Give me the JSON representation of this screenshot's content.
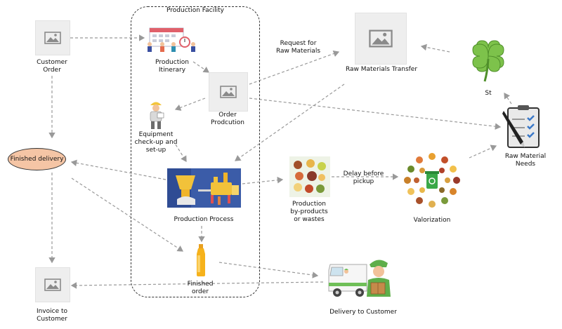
{
  "diagram": {
    "container_title": "Production Facility",
    "nodes": {
      "customer_order": "Customer\nOrder",
      "finished_delivery": "Finished delivery",
      "invoice": "Invoice to\nCustomer",
      "production_itinerary": "Production\nItinerary",
      "order_production": "Order\nProdcution",
      "equipment_setup": "Equipment\ncheck-up and\nset-up",
      "production_process": "Production Process",
      "finished_order": "Finished\norder",
      "raw_materials_transfer": "Raw Materials Transfer",
      "clover": "St",
      "raw_material_needs": "Raw Material\nNeeds",
      "byproducts": "Production\nby-products\nor wastes",
      "valorization": "Valorization",
      "delivery_to_customer": "Delivery to Customer"
    },
    "edge_labels": {
      "request": "Request for\nRaw Materials",
      "delay": "Delay before\npickup"
    },
    "colors": {
      "ellipse_fill": "#f5c5a5",
      "placeholder": "#eeeeee",
      "connector": "#999999"
    },
    "icons": [
      "image-placeholder-icon",
      "calendar-team-icon",
      "worker-icon",
      "factory-machine-icon",
      "juice-bottle-icon",
      "food-waste-icon",
      "valorization-circle-icon",
      "clover-icon",
      "checklist-icon",
      "delivery-van-icon"
    ]
  }
}
